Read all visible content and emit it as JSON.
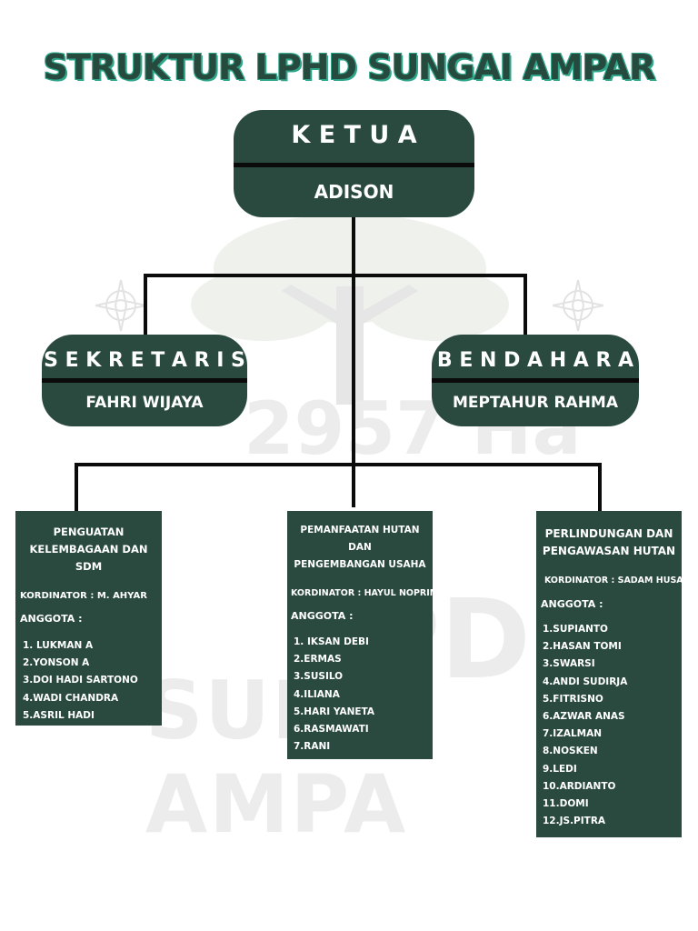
{
  "title": "STRUKTUR LPHD SUNGAI AMPAR",
  "watermark": {
    "line1": "2957 Ha",
    "line2": "LPD",
    "line3": "SUNG AMPA"
  },
  "ketua": {
    "role": "K E T U A",
    "name": "ADISON"
  },
  "sekretaris": {
    "role": "S E K R E T A R I S",
    "name": "FAHRI WIJAYA"
  },
  "bendahara": {
    "role": "B E N D A H A R A",
    "name": "MEPTAHUR RAHMA"
  },
  "divisions": [
    {
      "title_line1": "PENGUATAN",
      "title_line2": "KELEMBAGAAN DAN SDM",
      "koordinator": "KORDINATOR :  M. AHYAR",
      "anggota_label": "ANGGOTA :",
      "members": [
        "1.  LUKMAN A",
        "2.YONSON A",
        "3.DOI HADI SARTONO",
        "4.WADI CHANDRA",
        "5.ASRIL HADI"
      ]
    },
    {
      "title_line1": "PEMANFAATAN HUTAN DAN",
      "title_line2": "PENGEMBANGAN USAHA",
      "koordinator": "KORDINATOR :  HAYUL NOPRIMA",
      "anggota_label": "ANGGOTA :",
      "members": [
        "1.  IKSAN DEBI",
        "2.ERMAS",
        "3.SUSILO",
        "4.ILIANA",
        "5.HARI YANETA",
        "6.RASMAWATI",
        "7.RANI"
      ]
    },
    {
      "title_line1": "PERLINDUNGAN DAN",
      "title_line2": "PENGAWASAN HUTAN",
      "koordinator": "KORDINATOR :  SADAM HUSAIN",
      "anggota_label": "ANGGOTA :",
      "members": [
        "1.SUPIANTO",
        "2.HASAN TOMI",
        "3.SWARSI",
        "4.ANDI SUDIRJA",
        "5.FITRISNO",
        "6.AZWAR ANAS",
        "7.IZALMAN",
        "8.NOSKEN",
        "9.LEDI",
        "10.ARDIANTO",
        "11.DOMI",
        "12.JS.PITRA"
      ]
    }
  ]
}
